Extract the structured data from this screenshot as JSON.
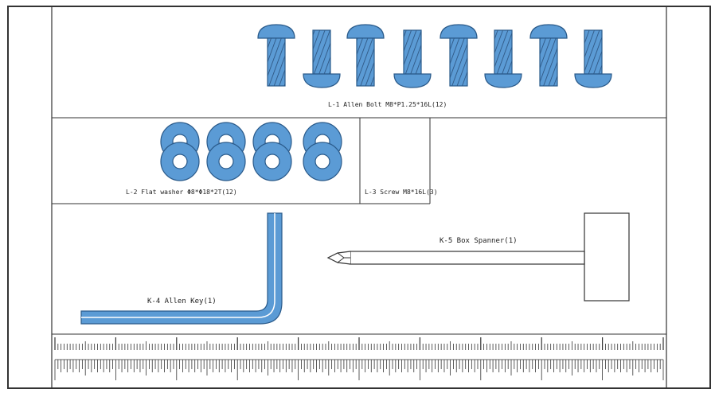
{
  "parts": {
    "allen_bolt": {
      "label": "L-1  Allen Bolt  M8*P1.25*16L(12)",
      "count": 8
    },
    "flat_washer": {
      "label": "L-2  Flat washer  Φ8*Φ18*2T(12)",
      "count": 8
    },
    "screw": {
      "label": "L-3  Screw  M8*16L(3)"
    },
    "allen_key": {
      "label": "K-4  Allen Key(1)"
    },
    "box_spanner": {
      "label": "K-5  Box Spanner(1)"
    }
  },
  "ruler": {
    "ticks": 200
  },
  "colors": {
    "part_fill": "#5b9bd5",
    "part_stroke": "#2a5a8a",
    "line": "#333333"
  }
}
